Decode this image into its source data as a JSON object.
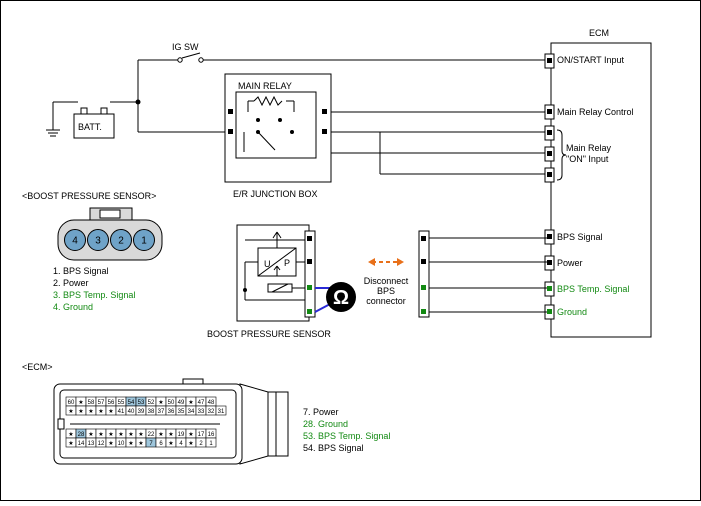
{
  "colors": {
    "wire": "#000000",
    "green_text": "#138a13",
    "connector_fill": "#d9d9d9",
    "sensor_pin_fill": "#6fa3c8",
    "ecm_pin_highlight": "#9ec6dc",
    "arrow_orange": "#e8701a",
    "probe_blue": "#2a2ad6",
    "meter_fill": "#000000",
    "border": "#000000"
  },
  "labels": {
    "ig_sw": "IG SW",
    "batt": "BATT.",
    "main_relay": "MAIN RELAY",
    "er_junction_box": "E/R JUNCTION BOX",
    "ecm_title": "ECM",
    "boost_sensor_header": "<BOOST PRESSURE SENSOR>",
    "boost_sensor_caption": "BOOST PRESSURE SENSOR",
    "ecm_header": "<ECM>",
    "disconnect": [
      "Disconnect",
      "BPS",
      "connector"
    ],
    "sensor_u": "U",
    "sensor_p": "P",
    "ohm_symbol": "Ω"
  },
  "ecm_inputs": {
    "on_start": "ON/START Input",
    "main_relay_control": "Main Relay Control",
    "main_relay_on_1": "Main Relay",
    "main_relay_on_2": "\"ON\" Input",
    "bps_signal": "BPS Signal",
    "power": "Power",
    "bps_temp_signal": "BPS Temp. Signal",
    "ground": "Ground"
  },
  "sensor_pins": [
    "4",
    "3",
    "2",
    "1"
  ],
  "sensor_legend": [
    {
      "text": "1. BPS Signal",
      "green": false
    },
    {
      "text": "2. Power",
      "green": false
    },
    {
      "text": "3. BPS Temp. Signal",
      "green": true
    },
    {
      "text": "4. Ground",
      "green": true
    }
  ],
  "ecm_legend": [
    {
      "text": "7. Power",
      "green": false
    },
    {
      "text": "28. Ground",
      "green": true
    },
    {
      "text": "53. BPS Temp. Signal",
      "green": true
    },
    {
      "text": "54. BPS Signal",
      "green": false
    }
  ],
  "ecm_connector": {
    "row1": [
      "60",
      "★",
      "58",
      "57",
      "56",
      "55",
      "54",
      "53",
      "52",
      "★",
      "50",
      "49",
      "★",
      "47",
      "48"
    ],
    "row2": [
      "★",
      "★",
      "★",
      "★",
      "★",
      "41",
      "40",
      "39",
      "38",
      "37",
      "36",
      "35",
      "34",
      "33",
      "32",
      "31"
    ],
    "row3": [
      "★",
      "28",
      "★",
      "★",
      "★",
      "★",
      "★",
      "★",
      "22",
      "★",
      "★",
      "19",
      "★",
      "17",
      "16"
    ],
    "row4": [
      "★",
      "14",
      "13",
      "12",
      "★",
      "10",
      "★",
      "★",
      "7",
      "6",
      "★",
      "4",
      "★",
      "2",
      "1"
    ],
    "highlight": [
      "53",
      "54",
      "28",
      "7"
    ]
  }
}
